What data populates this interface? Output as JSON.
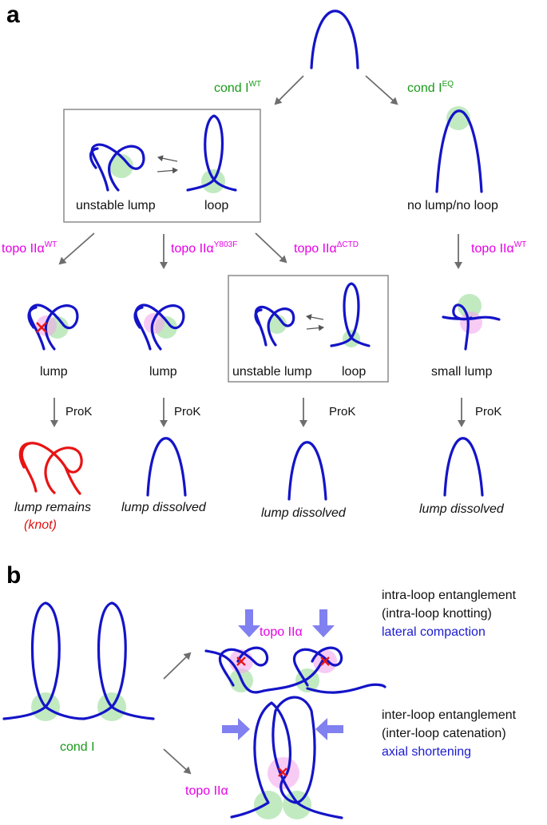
{
  "panels": {
    "a": "a",
    "b": "b"
  },
  "labels": {
    "cond_wt": "cond I",
    "cond_wt_sup": "WT",
    "cond_eq": "cond I",
    "cond_eq_sup": "EQ",
    "unstable_lump": "unstable lump",
    "loop": "loop",
    "no_lump": "no lump/no loop",
    "topo_wt": "topo IIα",
    "topo_wt_sup": "WT",
    "topo_y": "topo IIα",
    "topo_y_sup": "Y803F",
    "topo_ctd": "topo IIα",
    "topo_ctd_sup": "ΔCTD",
    "topo_wt2": "topo IIα",
    "topo_wt2_sup": "WT",
    "lump1": "lump",
    "lump2": "lump",
    "unstable_lump2": "unstable lump",
    "loop2": "loop",
    "small_lump": "small lump",
    "prok1": "ProK",
    "prok2": "ProK",
    "prok3": "ProK",
    "prok4": "ProK",
    "lump_remains": "lump remains",
    "knot": "(knot)",
    "dissolved1": "lump dissolved",
    "dissolved2": "lump dissolved",
    "dissolved3": "lump dissolved",
    "cond_i": "cond I",
    "topo_b1": "topo IIα",
    "topo_b2": "topo IIα",
    "intra1": "intra-loop entanglement",
    "intra2": "(intra-loop knotting)",
    "intra3": "lateral compaction",
    "inter1": "inter-loop entanglement",
    "inter2": "(inter-loop catenation)",
    "inter3": "axial shortening"
  },
  "colors": {
    "dna": "#1414c8",
    "knot": "#e81414",
    "condensin": "#8ed88e",
    "topo": "#f4a8ec",
    "arrow": "#6e6e6e",
    "compaction_arrow": "#8080f0"
  }
}
